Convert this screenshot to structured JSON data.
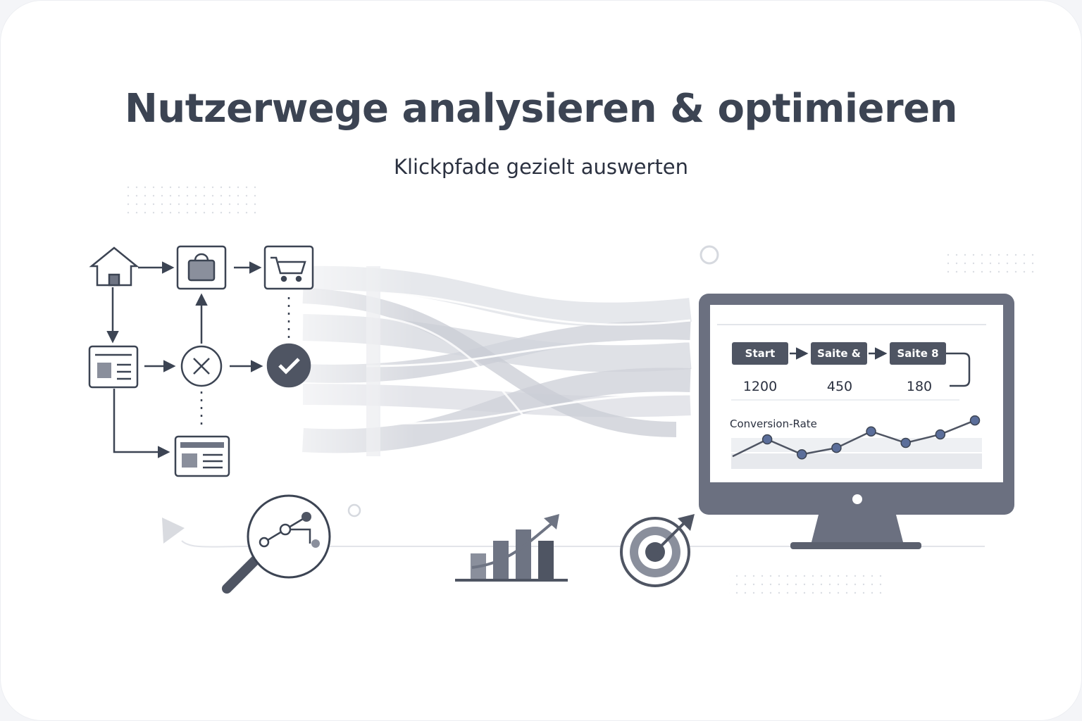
{
  "header": {
    "title": "Nutzerwege analysieren & optimieren",
    "subtitle": "Klickpfade gezielt auswerten"
  },
  "monitor": {
    "funnel": [
      {
        "label": "Start",
        "count": "1200"
      },
      {
        "label": "Saite &",
        "count": "450"
      },
      {
        "label": "Saite 8",
        "count": "180"
      }
    ],
    "chart_label": "Conversion-Rate",
    "chart_data": {
      "type": "line",
      "x": [
        1,
        2,
        3,
        4,
        5,
        6,
        7,
        8
      ],
      "values": [
        0.28,
        0.62,
        0.32,
        0.45,
        0.78,
        0.55,
        0.72,
        1.0
      ],
      "ylim": [
        0,
        1.1
      ],
      "grid": false
    }
  },
  "icons": {
    "flow": [
      "home-icon",
      "shopping-bag-icon",
      "cart-icon",
      "page-layout-icon",
      "cancel-circle-icon",
      "check-circle-icon",
      "page-list-icon"
    ],
    "bottom": [
      "magnifier-path-icon",
      "bar-growth-icon",
      "target-icon"
    ]
  },
  "colors": {
    "ink": "#3c4453",
    "box_dark": "#4f5563",
    "monitor": "#6b7080",
    "chart_point": "#5b6e9a",
    "flow_ribbon": "#d5d8df"
  }
}
